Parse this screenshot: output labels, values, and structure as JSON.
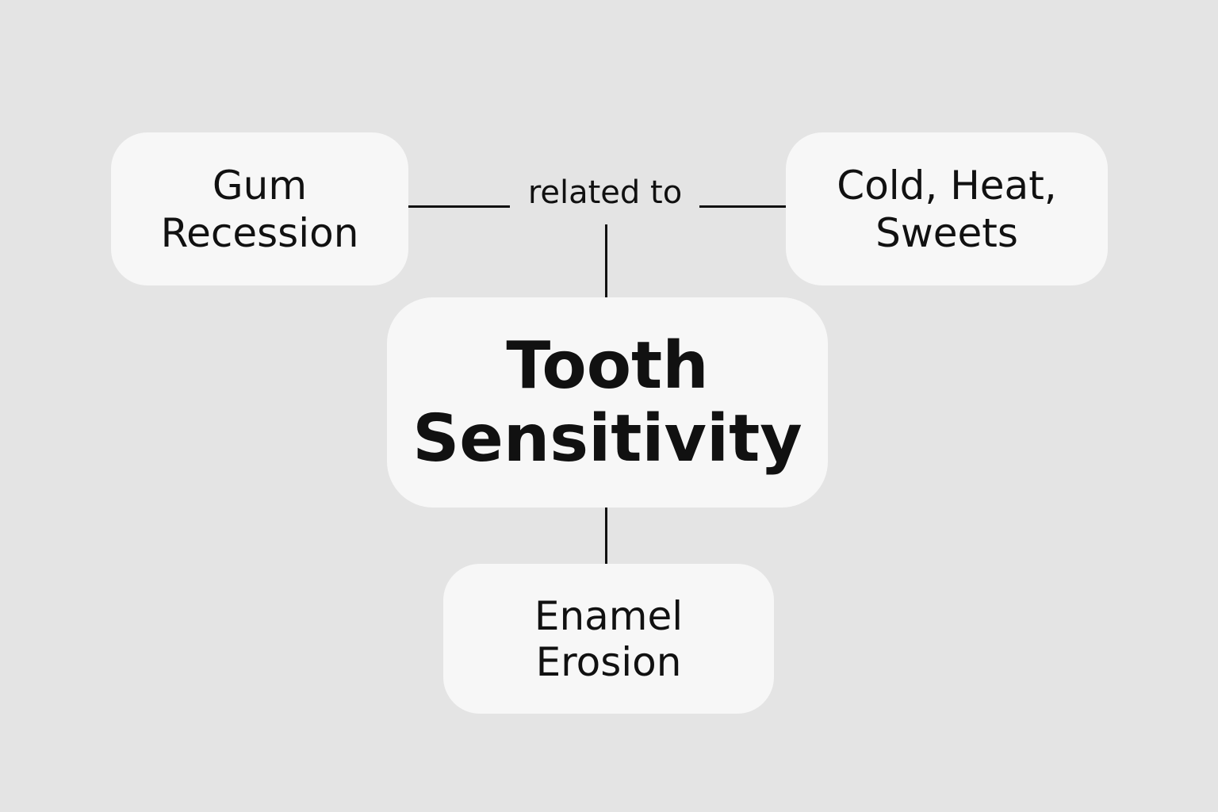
{
  "diagram": {
    "nodes": {
      "gum_recession": {
        "lines": [
          "Gum",
          "Recession"
        ]
      },
      "cold_heat_sweets": {
        "lines": [
          "Cold, Heat,",
          "Sweets"
        ]
      },
      "tooth_sensitivity": {
        "lines": [
          "Tooth",
          "Sensitivity"
        ]
      },
      "enamel_erosion": {
        "lines": [
          "Enamel",
          "Erosion"
        ]
      }
    },
    "edge_label": "related to",
    "edges": [
      {
        "from": "gum_recession",
        "to": "cold_heat_sweets",
        "label": "related to"
      },
      {
        "from": "tooth_sensitivity",
        "to": "gum_recession"
      },
      {
        "from": "tooth_sensitivity",
        "to": "enamel_erosion"
      }
    ],
    "colors": {
      "background": "#e4e4e4",
      "node_fill": "#f7f7f7",
      "text": "#111111",
      "connector": "#111111"
    }
  }
}
